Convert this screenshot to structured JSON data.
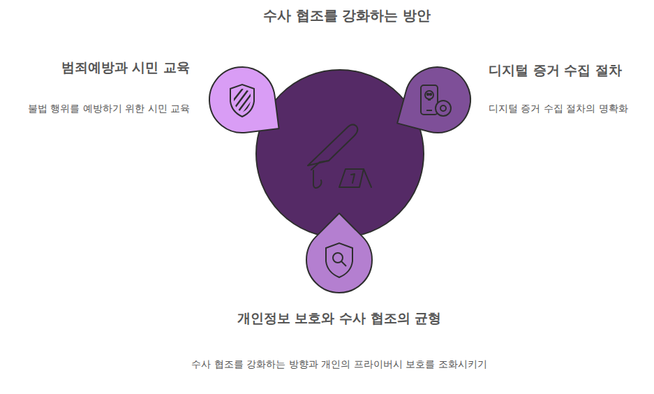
{
  "diagram": {
    "title": "수사 협조를 강화하는 방안",
    "nodes": [
      {
        "text": [
          "범죄예방과 시민 교육",
          "불법 행위를 예방하기 위한 시민 교육"
        ]
      },
      {
        "text": [
          "디지털 증거 수집 절차",
          "디지털 증거 수집 절차의 명확화"
        ]
      },
      {
        "text": [
          "개인정보 보호와 수사 협조의 균형",
          "수사 협조를 강화하는 방향과 개인의 프라이버시 보호를 조화시키기"
        ]
      }
    ]
  }
}
